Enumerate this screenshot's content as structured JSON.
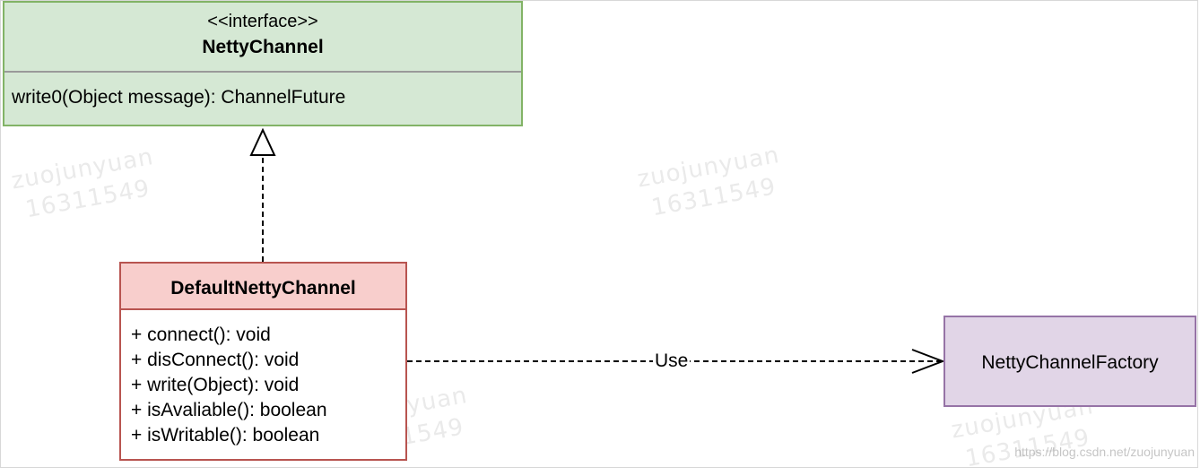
{
  "interface_class": {
    "stereotype": "<<interface>>",
    "name": "NettyChannel",
    "operation": "write0(Object message): ChannelFuture"
  },
  "impl_class": {
    "name": "DefaultNettyChannel",
    "operations": [
      "+ connect(): void",
      "+ disConnect(): void",
      "+ write(Object): void",
      "+ isAvaliable(): boolean",
      "+ isWritable(): boolean"
    ]
  },
  "factory_class": {
    "name": "NettyChannelFactory"
  },
  "relations": {
    "use_label": "Use"
  },
  "watermark": {
    "line1": "zuojunyuan",
    "line2": "16311549",
    "url": "https://blog.csdn.net/zuojunyuan"
  },
  "colors": {
    "interface_fill": "#d5e8d4",
    "interface_stroke": "#82b366",
    "impl_fill": "#f8cecc",
    "impl_stroke": "#b85450",
    "factory_fill": "#e1d5e7",
    "factory_stroke": "#9673a6"
  }
}
